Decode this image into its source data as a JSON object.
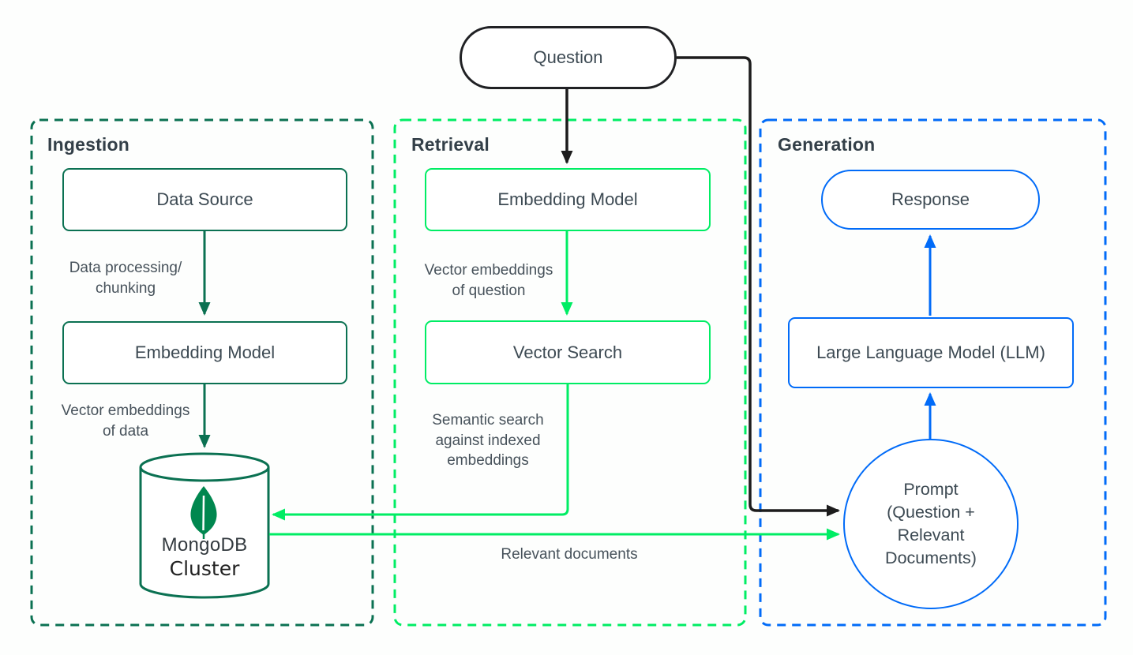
{
  "colors": {
    "forest_green": "#0B7152",
    "bright_green": "#00ED64",
    "blue": "#016BF8",
    "black": "#1C1C1C",
    "node_text": "#3D4A53",
    "label_text": "#47525B",
    "title_text": "#333F48",
    "background": "#FDFEFD",
    "leaf_green": "#00874F"
  },
  "panels": {
    "ingestion": {
      "title": "Ingestion"
    },
    "retrieval": {
      "title": "Retrieval"
    },
    "generation": {
      "title": "Generation"
    }
  },
  "nodes": {
    "question": {
      "label": "Question"
    },
    "data_source": {
      "label": "Data Source"
    },
    "ingestion_embedding_model": {
      "label": "Embedding Model"
    },
    "mongodb_cluster": {
      "line1": "MongoDB",
      "line2": "Cluster"
    },
    "retrieval_embedding_model": {
      "label": "Embedding Model"
    },
    "vector_search": {
      "label": "Vector Search"
    },
    "response": {
      "label": "Response"
    },
    "llm": {
      "label": "Large Language Model (LLM)"
    },
    "prompt": {
      "lines": [
        "Prompt",
        "(Question +",
        "Relevant",
        "Documents)"
      ]
    }
  },
  "edge_labels": {
    "data_processing": {
      "line1": "Data processing/",
      "line2": "chunking"
    },
    "vector_embeddings_of_data": {
      "line1": "Vector embeddings",
      "line2": "of data"
    },
    "vector_embeddings_of_question": {
      "line1": "Vector embeddings",
      "line2": "of question"
    },
    "semantic_search": {
      "line1": "Semantic search",
      "line2": "against indexed",
      "line3": "embeddings"
    },
    "relevant_documents": {
      "label": "Relevant documents"
    }
  }
}
